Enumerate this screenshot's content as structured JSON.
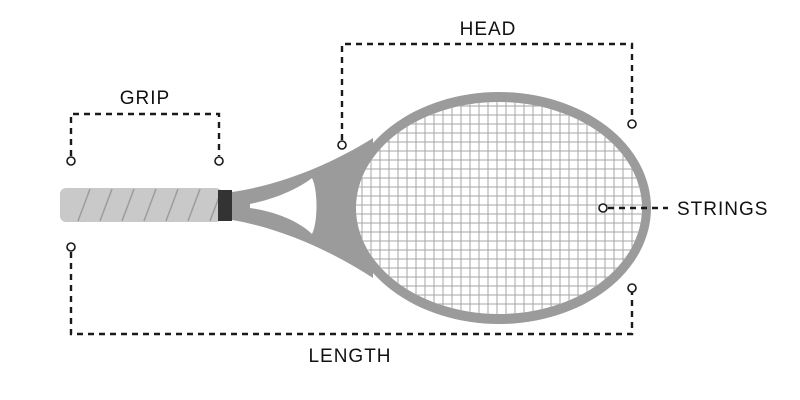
{
  "labels": {
    "head": "HEAD",
    "grip": "GRIP",
    "strings": "STRINGS",
    "length": "LENGTH"
  },
  "colors": {
    "frame": "#9b9b9b",
    "grip": "#c9c9c9",
    "collar": "#333333",
    "strings": "#a4a4a4",
    "bracket": "#1a1a1a",
    "text": "#111111"
  },
  "icons": {
    "racket": "tennis-racket-icon"
  }
}
